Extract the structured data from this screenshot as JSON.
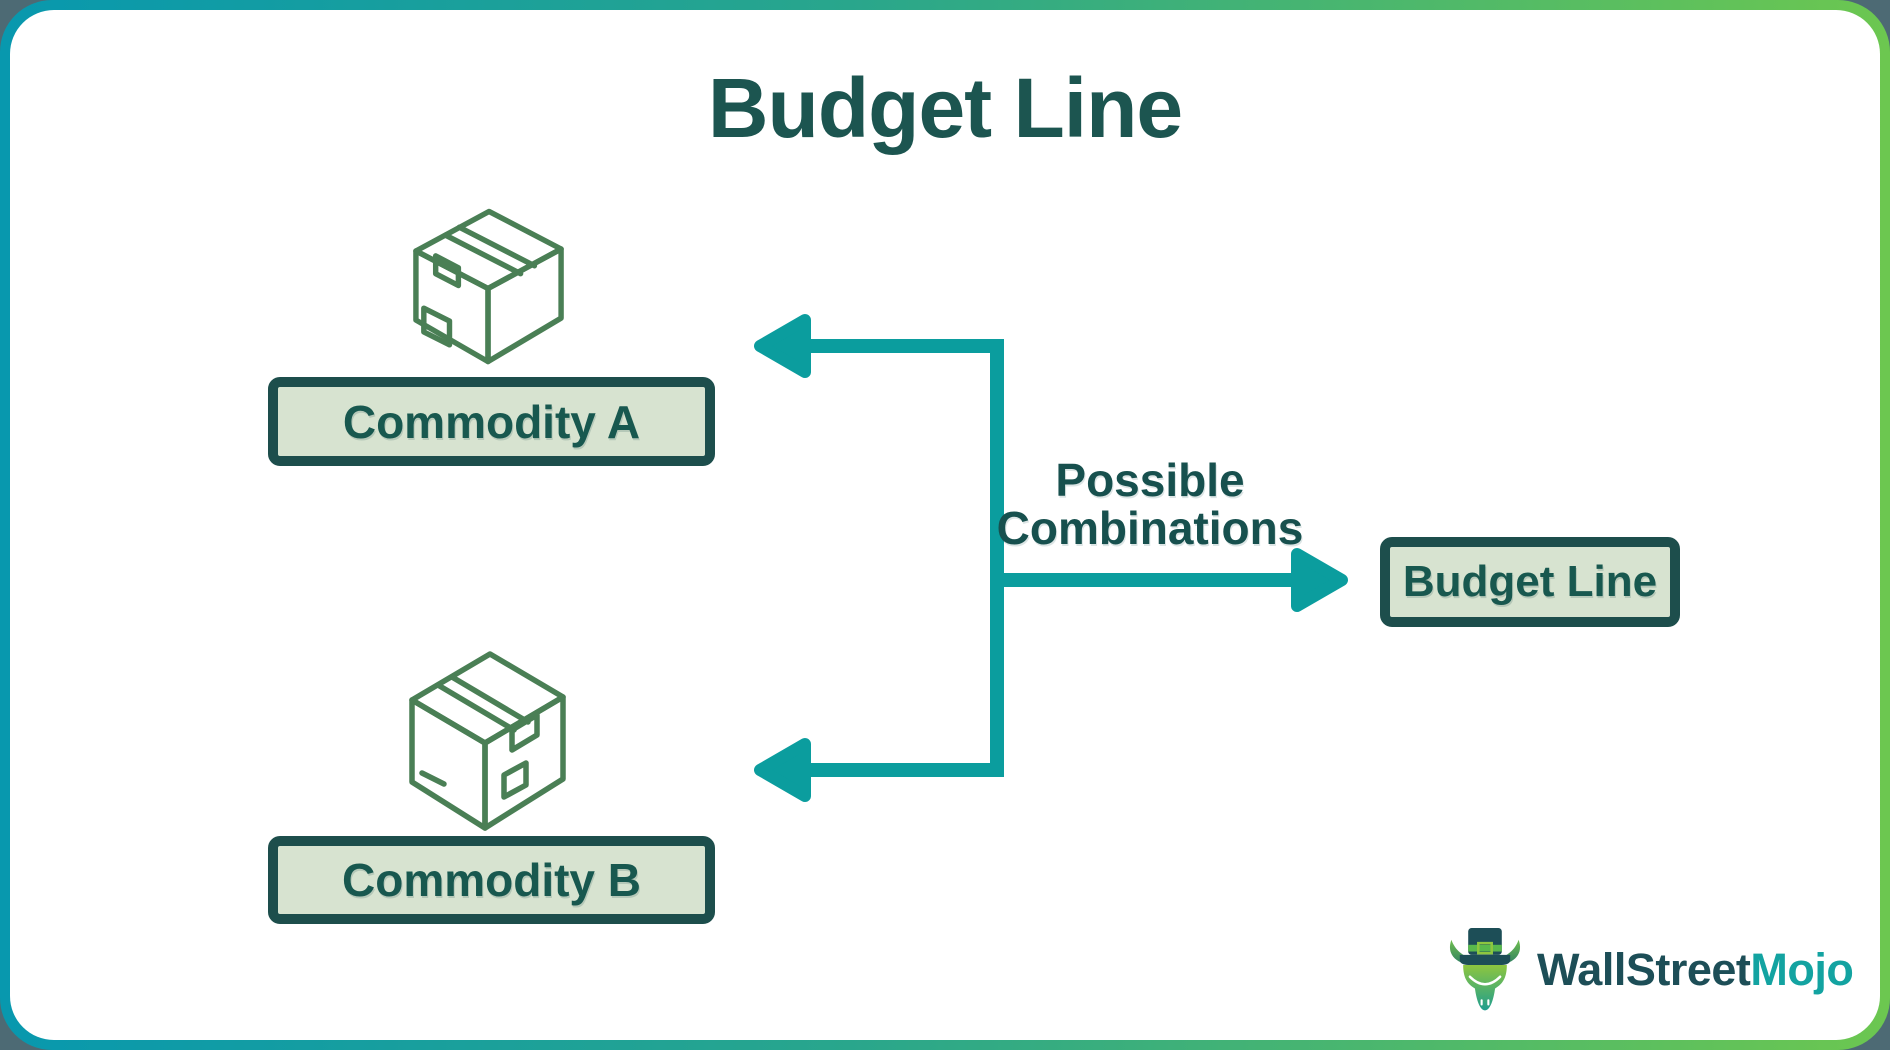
{
  "title": "Budget Line",
  "nodes": {
    "commodity_a": {
      "label": "Commodity A"
    },
    "commodity_b": {
      "label": "Commodity B"
    },
    "budget_line": {
      "label": "Budget Line"
    }
  },
  "connector": {
    "label_line1": "Possible",
    "label_line2": "Combinations",
    "arrow_color": "#0b9d9e",
    "from": "budget-split-point",
    "to": [
      "commodity_a",
      "commodity_b",
      "budget_line"
    ]
  },
  "icons": {
    "commodity_a_icon": "package-box-icon",
    "commodity_b_icon": "package-box-icon",
    "logo_icon": "bull-mascot-icon"
  },
  "colors": {
    "frame_gradient_start": "#0898ae",
    "frame_gradient_end": "#6cc750",
    "outer_background": "#4d6a74",
    "card_background": "#ffffff",
    "node_border": "#1d4e4c",
    "node_fill": "#d7e3d0",
    "node_text": "#18584f",
    "title_text": "#1c5550",
    "icon_stroke": "#4a7f55",
    "arrow_teal": "#0b9d9e",
    "logo_dark": "#1d4e57",
    "logo_teal": "#13a3a1"
  },
  "logo": {
    "text_primary": "WallStreet",
    "text_secondary": "Mojo"
  }
}
